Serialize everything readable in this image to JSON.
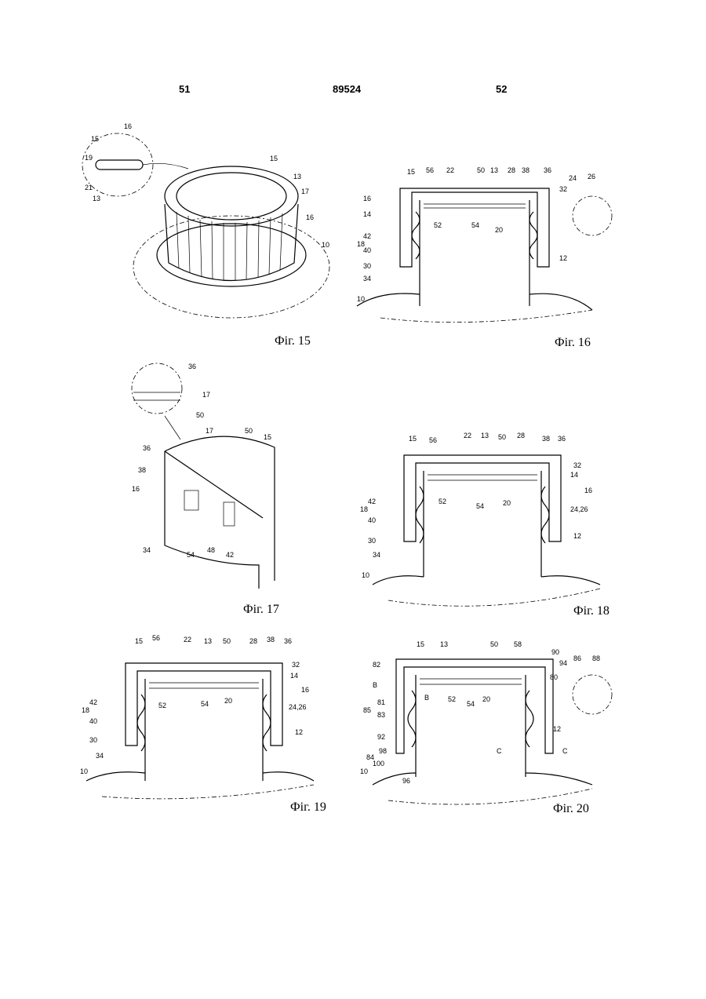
{
  "header": {
    "left_page": "51",
    "patent_number": "89524",
    "right_page": "52"
  },
  "figures": [
    {
      "caption": "Фіг. 15",
      "labels": [
        "16",
        "15",
        "19",
        "21",
        "13",
        "15",
        "13",
        "17",
        "16",
        "10"
      ]
    },
    {
      "caption": "Фіг. 16",
      "labels": [
        "15",
        "56",
        "22",
        "50",
        "13",
        "28",
        "38",
        "36",
        "16",
        "14",
        "32",
        "24",
        "26",
        "18",
        "42",
        "40",
        "52",
        "54",
        "20",
        "30",
        "34",
        "12",
        "10"
      ]
    },
    {
      "caption": "Фіг. 17",
      "labels": [
        "36",
        "17",
        "50",
        "17",
        "50",
        "15",
        "36",
        "38",
        "16",
        "54",
        "48",
        "42",
        "34"
      ]
    },
    {
      "caption": "Фіг. 18",
      "labels": [
        "15",
        "56",
        "22",
        "13",
        "50",
        "28",
        "38",
        "36",
        "32",
        "14",
        "16",
        "24,26",
        "18",
        "42",
        "40",
        "52",
        "54",
        "20",
        "30",
        "34",
        "12",
        "10"
      ]
    },
    {
      "caption": "Фіг. 19",
      "labels": [
        "15",
        "56",
        "22",
        "13",
        "50",
        "28",
        "38",
        "36",
        "32",
        "14",
        "16",
        "24,26",
        "18",
        "42",
        "40",
        "52",
        "54",
        "20",
        "30",
        "34",
        "12",
        "10"
      ]
    },
    {
      "caption": "Фіг. 20",
      "labels": [
        "15",
        "13",
        "50",
        "58",
        "90",
        "94",
        "86",
        "88",
        "82",
        "80",
        "B",
        "81",
        "B",
        "52",
        "54",
        "20",
        "85",
        "83",
        "12",
        "92",
        "C",
        "C",
        "84",
        "98",
        "100",
        "10",
        "96"
      ]
    }
  ]
}
